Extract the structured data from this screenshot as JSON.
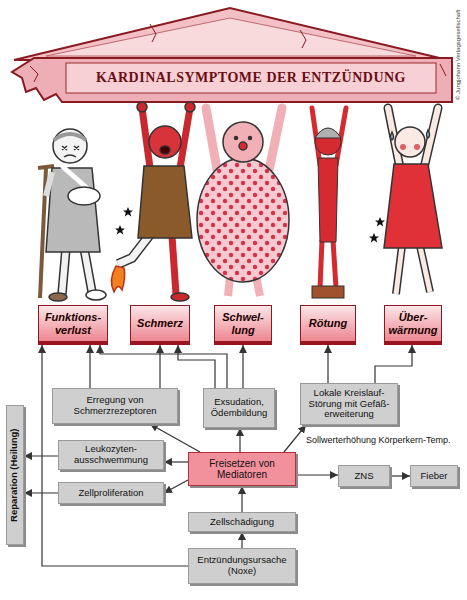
{
  "diagram": {
    "title": "KARDINALSYMPTOME DER ENTZÜNDUNG",
    "nodes": [
      {
        "text": [
          "Funktions- verlust"
        ]
      },
      {
        "text": [
          "Schmerz"
        ]
      },
      {
        "text": [
          "Schwel- lung"
        ]
      },
      {
        "text": [
          "Rötung"
        ]
      },
      {
        "text": [
          "Über- wärmung"
        ]
      },
      {
        "text": [
          "Erregung von Schmerzrezeptoren"
        ]
      },
      {
        "text": [
          "Exsudation, Ödembildung"
        ]
      },
      {
        "text": [
          "Lokale Kreislauf- Störung mit Gefäß- erweiterung"
        ]
      },
      {
        "text": [
          "Reparation (Heilung)"
        ]
      },
      {
        "text": [
          "Leukozyten- ausschwemmung"
        ]
      },
      {
        "text": [
          "Freisetzen von Mediatoren"
        ]
      },
      {
        "text": [
          "Zellproliferation"
        ]
      },
      {
        "text": [
          "ZNS"
        ]
      },
      {
        "text": [
          "Fieber"
        ]
      },
      {
        "text": [
          "Zellschädigung"
        ]
      },
      {
        "text": [
          "Entzündungsursache (Noxe)"
        ]
      }
    ],
    "edges": [
      {
        "from": 15,
        "to": 14,
        "arrow": "to"
      },
      {
        "from": 14,
        "to": 10,
        "arrow": "to"
      },
      {
        "from": 10,
        "to": 9,
        "arrow": "to"
      },
      {
        "from": 10,
        "to": 11,
        "arrow": "to"
      },
      {
        "from": 10,
        "to": 5,
        "arrow": "to"
      },
      {
        "from": 10,
        "to": 6,
        "arrow": "to"
      },
      {
        "from": 10,
        "to": 7,
        "arrow": "to"
      },
      {
        "from": 10,
        "to": 12,
        "label": "Sollwerterhöhung Körperkern-Temp.",
        "arrow": "to"
      },
      {
        "from": 12,
        "to": 13,
        "arrow": "to"
      },
      {
        "from": 9,
        "to": 8,
        "arrow": "to"
      },
      {
        "from": 11,
        "to": 8,
        "arrow": "to"
      },
      {
        "from": 15,
        "to": 0,
        "arrow": "to"
      },
      {
        "from": 5,
        "to": 1,
        "arrow": "to"
      },
      {
        "from": 5,
        "to": 0,
        "arrow": "to"
      },
      {
        "from": 6,
        "to": 2,
        "arrow": "to"
      },
      {
        "from": 6,
        "to": 1,
        "arrow": "to"
      },
      {
        "from": 6,
        "to": 0,
        "arrow": "to"
      },
      {
        "from": 7,
        "to": 3,
        "arrow": "to"
      },
      {
        "from": 7,
        "to": 4,
        "arrow": "to"
      }
    ],
    "labels": [
      "© Jungjohann Verlagsgesellschaft"
    ]
  }
}
